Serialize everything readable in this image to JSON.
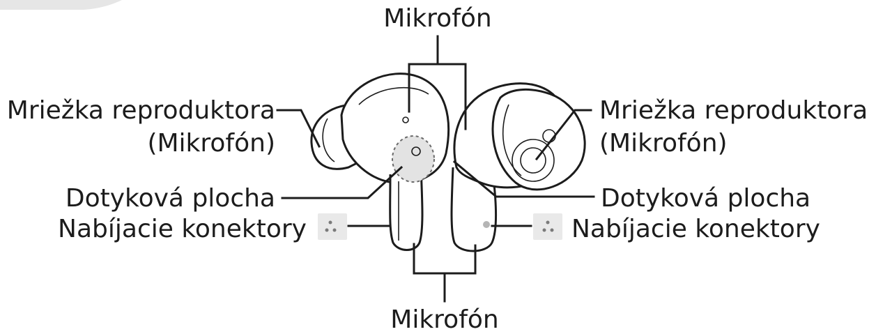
{
  "labels": {
    "mic_top": "Mikrofón",
    "mic_bottom": "Mikrofón",
    "left_grille_line1": "Mriežka reproduktora",
    "left_grille_line2": "(Mikrofón)",
    "right_grille_line1": "Mriežka reproduktora",
    "right_grille_line2": "(Mikrofón)",
    "left_touch_pad": "Dotyková plocha",
    "right_touch_pad": "Dotyková plocha",
    "left_charging": "Nabíjacie konektory",
    "right_charging": "Nabíjacie konektory"
  }
}
